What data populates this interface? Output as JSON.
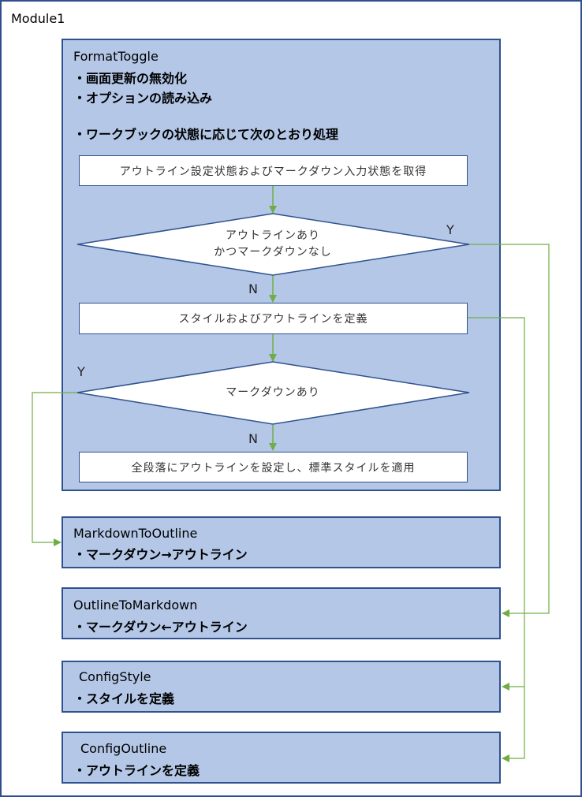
{
  "module": {
    "title": "Module1"
  },
  "format_toggle": {
    "title": "FormatToggle",
    "bullets": [
      "・画面更新の無効化",
      "・オプションの読み込み",
      "・ワークブックの状態に応じて次のとおり処理"
    ],
    "flow": {
      "step_get_state": "アウトライン設定状態およびマークダウン入力状態を取得",
      "decision1_line1": "アウトラインあり",
      "decision1_line2": "かつマークダウンなし",
      "decision1_yes": "Y",
      "decision1_no": "N",
      "step_define": "スタイルおよびアウトラインを定義",
      "decision2": "マークダウンあり",
      "decision2_yes": "Y",
      "decision2_no": "N",
      "step_apply": "全段落にアウトラインを設定し、標準スタイルを適用"
    }
  },
  "procedures": [
    {
      "title": "MarkdownToOutline",
      "desc": "・マークダウン→アウトライン"
    },
    {
      "title": "OutlineToMarkdown",
      "desc": "・マークダウン←アウトライン"
    },
    {
      "title": "ConfigStyle",
      "desc": "・スタイルを定義"
    },
    {
      "title": "ConfigOutline",
      "desc": "・アウトラインを定義"
    }
  ],
  "colors": {
    "box_fill": "#b4c7e7",
    "box_border": "#2f528f",
    "connector": "#70ad47"
  }
}
